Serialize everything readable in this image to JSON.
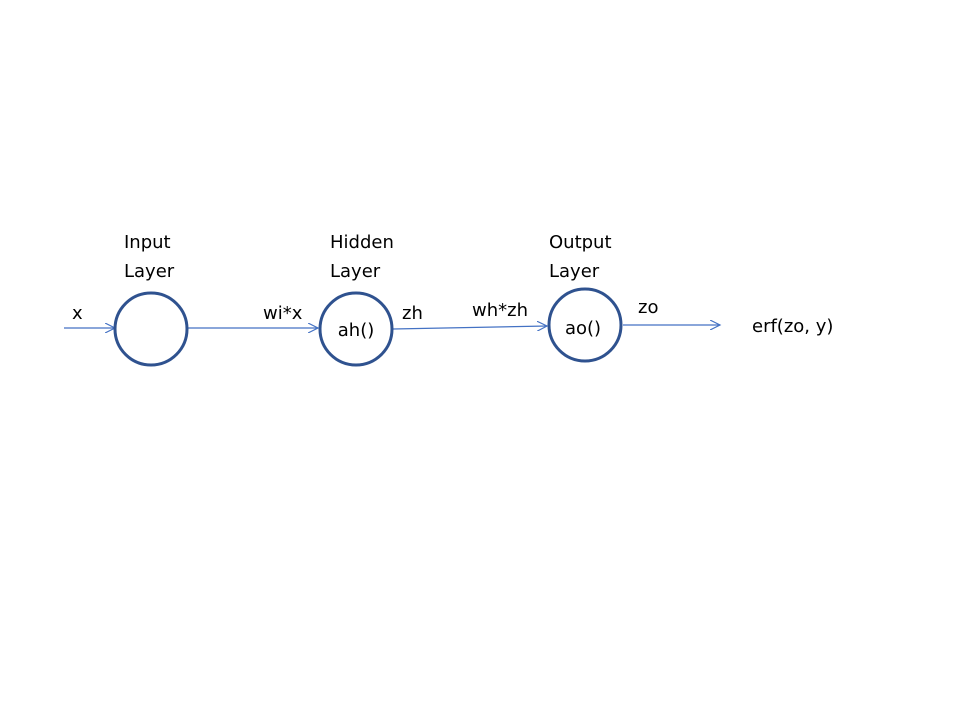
{
  "colors": {
    "node_stroke": "#2f528f",
    "edge_stroke": "#4472c4",
    "text": "#000000",
    "background": "#ffffff"
  },
  "nodes": {
    "input": {
      "label": "",
      "layer_line1": "Input",
      "layer_line2": "Layer"
    },
    "hidden": {
      "label": "ah()",
      "layer_line1": "Hidden",
      "layer_line2": "Layer"
    },
    "output": {
      "label": "ao()",
      "layer_line1": "Output",
      "layer_line2": "Layer"
    }
  },
  "edges": {
    "input_edge": "x",
    "input_to_hidden": "wi*x",
    "hidden_out": "zh",
    "hidden_to_output": "wh*zh",
    "output_out": "zo"
  },
  "result": "erf(zo, y)"
}
